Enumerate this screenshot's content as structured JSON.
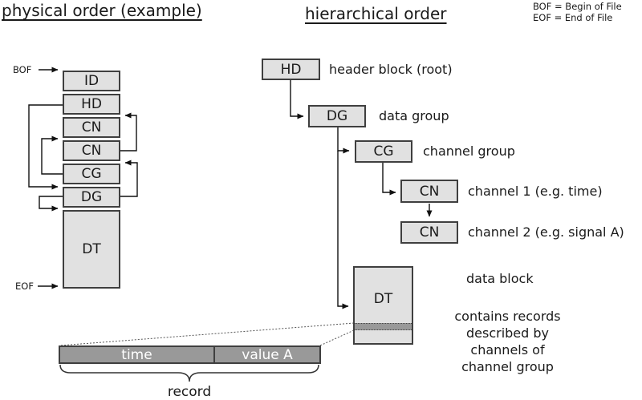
{
  "page": {
    "left_title": "physical order (example)",
    "right_title": "hierarchical order"
  },
  "legend": {
    "bof": "BOF = Begin of File",
    "eof": "EOF = End of File"
  },
  "physical": {
    "bof_label": "BOF",
    "eof_label": "EOF",
    "blocks": [
      "ID",
      "HD",
      "CN",
      "CN",
      "CG",
      "DG",
      "DT"
    ]
  },
  "hierarchy": {
    "hd": {
      "label": "HD",
      "desc": "header block (root)"
    },
    "dg": {
      "label": "DG",
      "desc": "data group"
    },
    "cg": {
      "label": "CG",
      "desc": "channel group"
    },
    "cn1": {
      "label": "CN",
      "desc": "channel 1 (e.g. time)"
    },
    "cn2": {
      "label": "CN",
      "desc": "channel 2 (e.g. signal A)"
    },
    "dt": {
      "label": "DT",
      "desc": "data block"
    },
    "dt_note_lines": [
      "contains records",
      "described by",
      "channels of",
      "channel group"
    ]
  },
  "record": {
    "cell_time": "time",
    "cell_value": "value A",
    "label": "record"
  },
  "colors": {
    "block_fill": "#e1e1e1",
    "block_border": "#3f3f3f",
    "record_fill": "#999999",
    "record_text": "#ffffff",
    "line": "#111111",
    "dotted_line": "#555555"
  }
}
